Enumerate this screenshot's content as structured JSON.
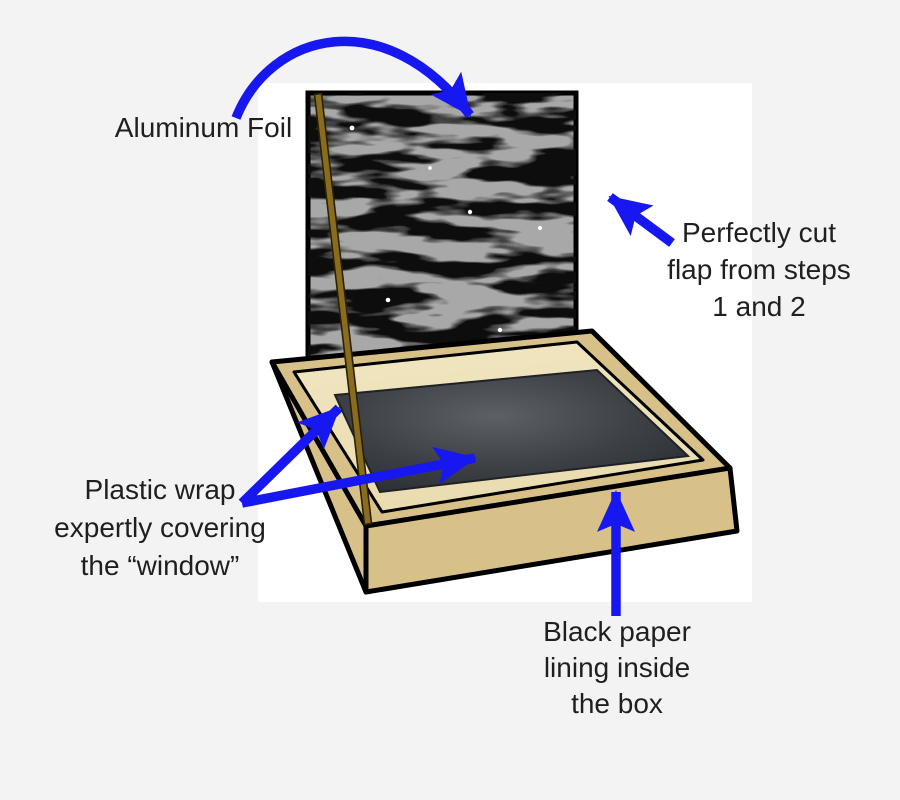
{
  "labels": {
    "aluminum_foil": {
      "text": "Aluminum Foil"
    },
    "flap": {
      "line1": "Perfectly cut",
      "line2": "flap from steps",
      "line3": "1 and 2"
    },
    "plastic_wrap": {
      "line1": "Plastic wrap",
      "line2": "expertly covering",
      "line3": "the “window”"
    },
    "black_paper": {
      "line1": "Black paper",
      "line2": "lining inside",
      "line3": "the box"
    }
  },
  "arrows": [
    {
      "name": "arrow-aluminum-foil",
      "from": "Aluminum Foil label",
      "to": "foil-covered flap",
      "style": "curved"
    },
    {
      "name": "arrow-flap",
      "from": "Perfectly cut flap label",
      "to": "right edge of flap",
      "style": "straight"
    },
    {
      "name": "arrow-plastic-upper",
      "from": "Plastic wrap label",
      "to": "window rim / plastic edge",
      "style": "straight"
    },
    {
      "name": "arrow-plastic-lower",
      "from": "Plastic wrap label",
      "to": "center of window",
      "style": "straight"
    },
    {
      "name": "arrow-black-paper",
      "from": "Black paper label",
      "to": "black paper lining",
      "style": "straight"
    }
  ],
  "colors": {
    "background": "#f3f3f3",
    "canvas_white": "#ffffff",
    "text": "#1f1f1f",
    "outline": "#000000",
    "arrow_blue": "#1717f2",
    "box_tan": "#d7c189",
    "box_inner_light": "#e9dcb0",
    "box_inner_light_bright": "#f1e6c1",
    "paper_dark": "#292c31",
    "paper_mid": "#3d4045",
    "paper_center": "#5d6066",
    "foil_gray": "#a8a8a8",
    "foil_crinkle": "#0a0a0a",
    "stick_brown": "#8a6c1e",
    "stick_edge": "#2b2105"
  }
}
